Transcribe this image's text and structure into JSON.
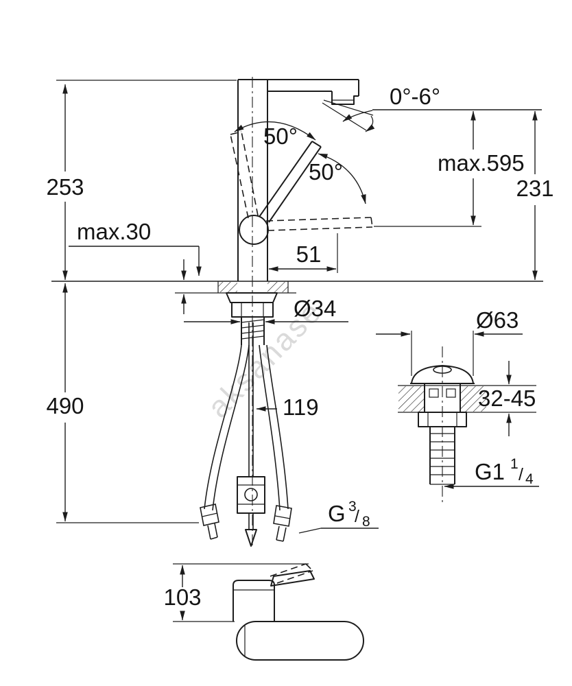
{
  "diagram": {
    "watermark": "aksanase",
    "labels": {
      "dim_253": "253",
      "dim_max30": "max.30",
      "angle_50_upper": "50°",
      "angle_50_lower": "50°",
      "angle_spout": "0°-6°",
      "dim_max595": "max.595",
      "dim_231": "231",
      "dim_51": "51",
      "dia_34": "Ø34",
      "dim_490": "490",
      "dim_119": "119",
      "dia_63": "Ø63",
      "dim_32_45": "32-45",
      "thread_g114": {
        "base": "G1",
        "num": "1",
        "slash": "/",
        "den": "4"
      },
      "thread_g38": {
        "base": "G",
        "num": "3",
        "slash": "/",
        "den": "8"
      },
      "dim_103": "103"
    }
  }
}
